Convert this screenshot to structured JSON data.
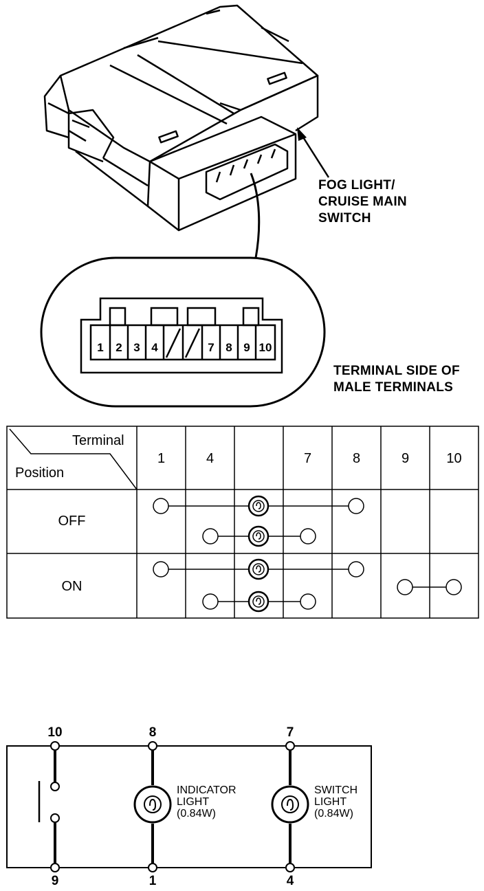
{
  "callout": {
    "switch_label_lines": [
      "FOG LIGHT/",
      "CRUISE MAIN",
      "SWITCH"
    ],
    "terminal_side_lines": [
      "TERMINAL SIDE OF",
      "MALE TERMINALS"
    ]
  },
  "connector": {
    "pins": [
      "1",
      "2",
      "3",
      "4",
      "",
      "",
      "7",
      "8",
      "9",
      "10"
    ]
  },
  "table": {
    "header_terminal": "Terminal",
    "header_position": "Position",
    "columns": [
      "1",
      "4",
      "",
      "7",
      "8",
      "9",
      "10"
    ],
    "rows": [
      {
        "position": "OFF"
      },
      {
        "position": "ON"
      }
    ]
  },
  "circuit": {
    "top_terminals": [
      "10",
      "8",
      "7"
    ],
    "bottom_terminals": [
      "9",
      "1",
      "4"
    ],
    "indicator_lines": [
      "INDICATOR",
      "LIGHT",
      "(0.84W)"
    ],
    "switch_light_lines": [
      "SWITCH",
      "LIGHT",
      "(0.84W)"
    ]
  }
}
